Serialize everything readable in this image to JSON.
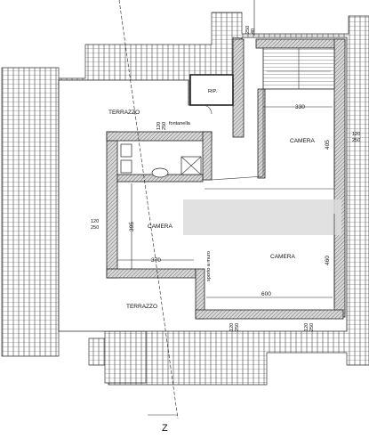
{
  "rooms": {
    "terrazzo_top": "TERRAZZO",
    "terrazzo_bottom": "TERRAZZO",
    "camera_left": "CAMERA",
    "camera_center": "CAMERA",
    "camera_right": "CAMERA",
    "rip": "RIP.",
    "fontanella": "fontanella",
    "sporto": "sporto a muro"
  },
  "dimensions": {
    "d330": "330",
    "d405": "405",
    "d395": "395",
    "d370": "370",
    "d460": "460",
    "d600": "600",
    "w_top": "40",
    "w_top_b": "250",
    "w_fontanella_a": "120",
    "w_fontanella_b": "250",
    "w_left_a": "120",
    "w_left_b": "250",
    "w_right_a": "120",
    "w_right_b": "250",
    "w_bottom_a": "120",
    "w_bottom_b": "250",
    "w_bottom2_a": "120",
    "w_bottom2_b": "250"
  },
  "north_label": "Z"
}
